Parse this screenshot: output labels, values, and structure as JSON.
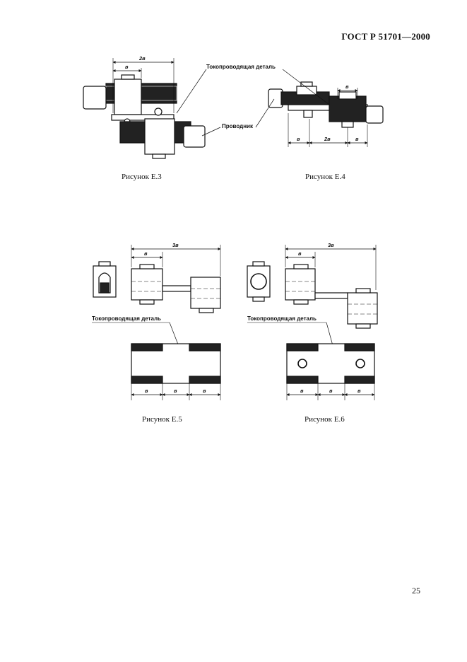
{
  "header": {
    "standard": "ГОСТ Р 51701—2000"
  },
  "figures": [
    {
      "caption": "Рисунок Е.3",
      "labels": {
        "part": "Токопроводящая деталь",
        "conductor": "Проводник"
      },
      "dims": {
        "total": "2в",
        "single": "в"
      }
    },
    {
      "caption": "Рисунок Е.4",
      "dims": {
        "top": "в",
        "left": "в",
        "mid": "2в",
        "right": "в"
      }
    },
    {
      "caption": "Рисунок Е.5",
      "labels": {
        "part": "Токопроводящая деталь"
      },
      "dims": {
        "total": "3в",
        "single": "в",
        "bottom": [
          "в",
          "в",
          "в"
        ]
      }
    },
    {
      "caption": "Рисунок Е.6",
      "labels": {
        "part": "Токопроводящая деталь"
      },
      "dims": {
        "total": "3в",
        "single": "в",
        "bottom": [
          "в",
          "в",
          "в"
        ]
      }
    }
  ],
  "footer": {
    "page_number": "25"
  }
}
